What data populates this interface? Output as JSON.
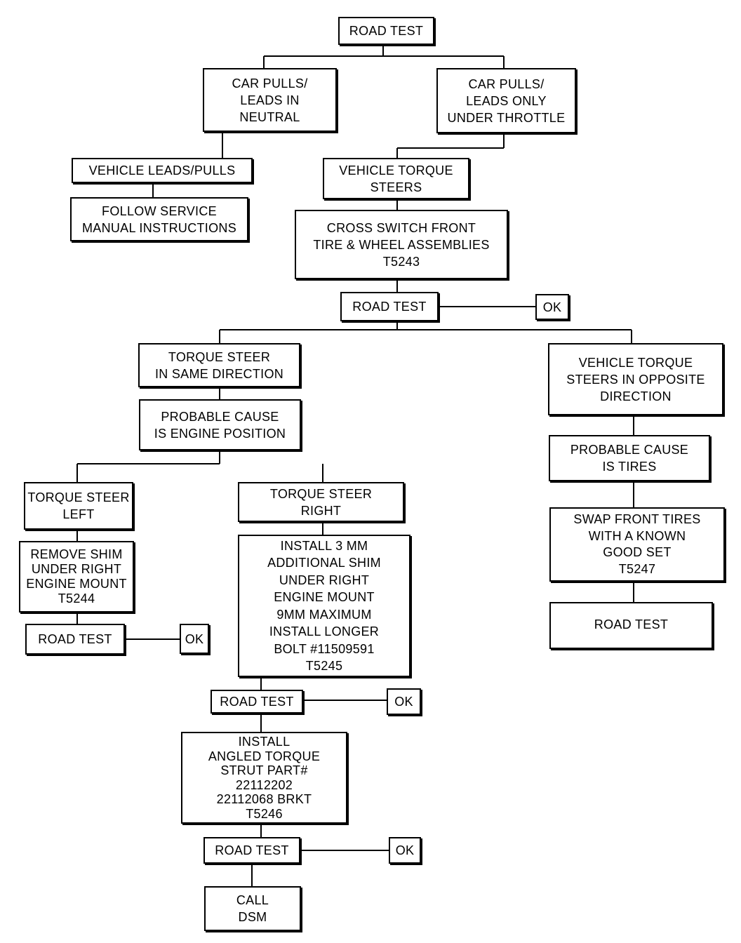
{
  "flowchart": {
    "road_test_top": "ROAD TEST",
    "car_pulls_neutral": "CAR PULLS/\nLEADS IN\nNEUTRAL",
    "car_pulls_throttle": "CAR PULLS/\nLEADS ONLY\nUNDER THROTTLE",
    "vehicle_leads_pulls": "VEHICLE LEADS/PULLS",
    "follow_service_manual": "FOLLOW SERVICE\nMANUAL INSTRUCTIONS",
    "vehicle_torque_steers": "VEHICLE TORQUE\nSTEERS",
    "cross_switch": "CROSS SWITCH FRONT\nTIRE & WHEEL ASSEMBLIES\nT5243",
    "road_test_2": "ROAD TEST",
    "ok_2": "OK",
    "torque_steer_same": "TORQUE STEER\nIN SAME DIRECTION",
    "probable_engine": "PROBABLE CAUSE\nIS ENGINE POSITION",
    "torque_steer_left": "TORQUE STEER\nLEFT",
    "remove_shim": "REMOVE SHIM\nUNDER RIGHT\nENGINE MOUNT\nT5244",
    "road_test_left": "ROAD TEST",
    "ok_left": "OK",
    "torque_steer_right": "TORQUE STEER\nRIGHT",
    "install_shim": "INSTALL 3 MM\nADDITIONAL SHIM\nUNDER RIGHT\nENGINE MOUNT\n9MM MAXIMUM\nINSTALL LONGER\nBOLT #11509591\nT5245",
    "road_test_mid": "ROAD TEST",
    "ok_mid": "OK",
    "install_strut": "INSTALL\nANGLED TORQUE\nSTRUT PART#\n22112202\n22112068 BRKT\nT5246",
    "road_test_bottom": "ROAD TEST",
    "ok_bottom": "OK",
    "call_dsm": "CALL\nDSM",
    "vehicle_torque_opposite": "VEHICLE TORQUE\nSTEERS IN OPPOSITE\nDIRECTION",
    "probable_tires": "PROBABLE CAUSE\nIS TIRES",
    "swap_front_tires": "SWAP FRONT TIRES\nWITH A KNOWN\nGOOD SET\nT5247",
    "road_test_right": "ROAD TEST"
  }
}
